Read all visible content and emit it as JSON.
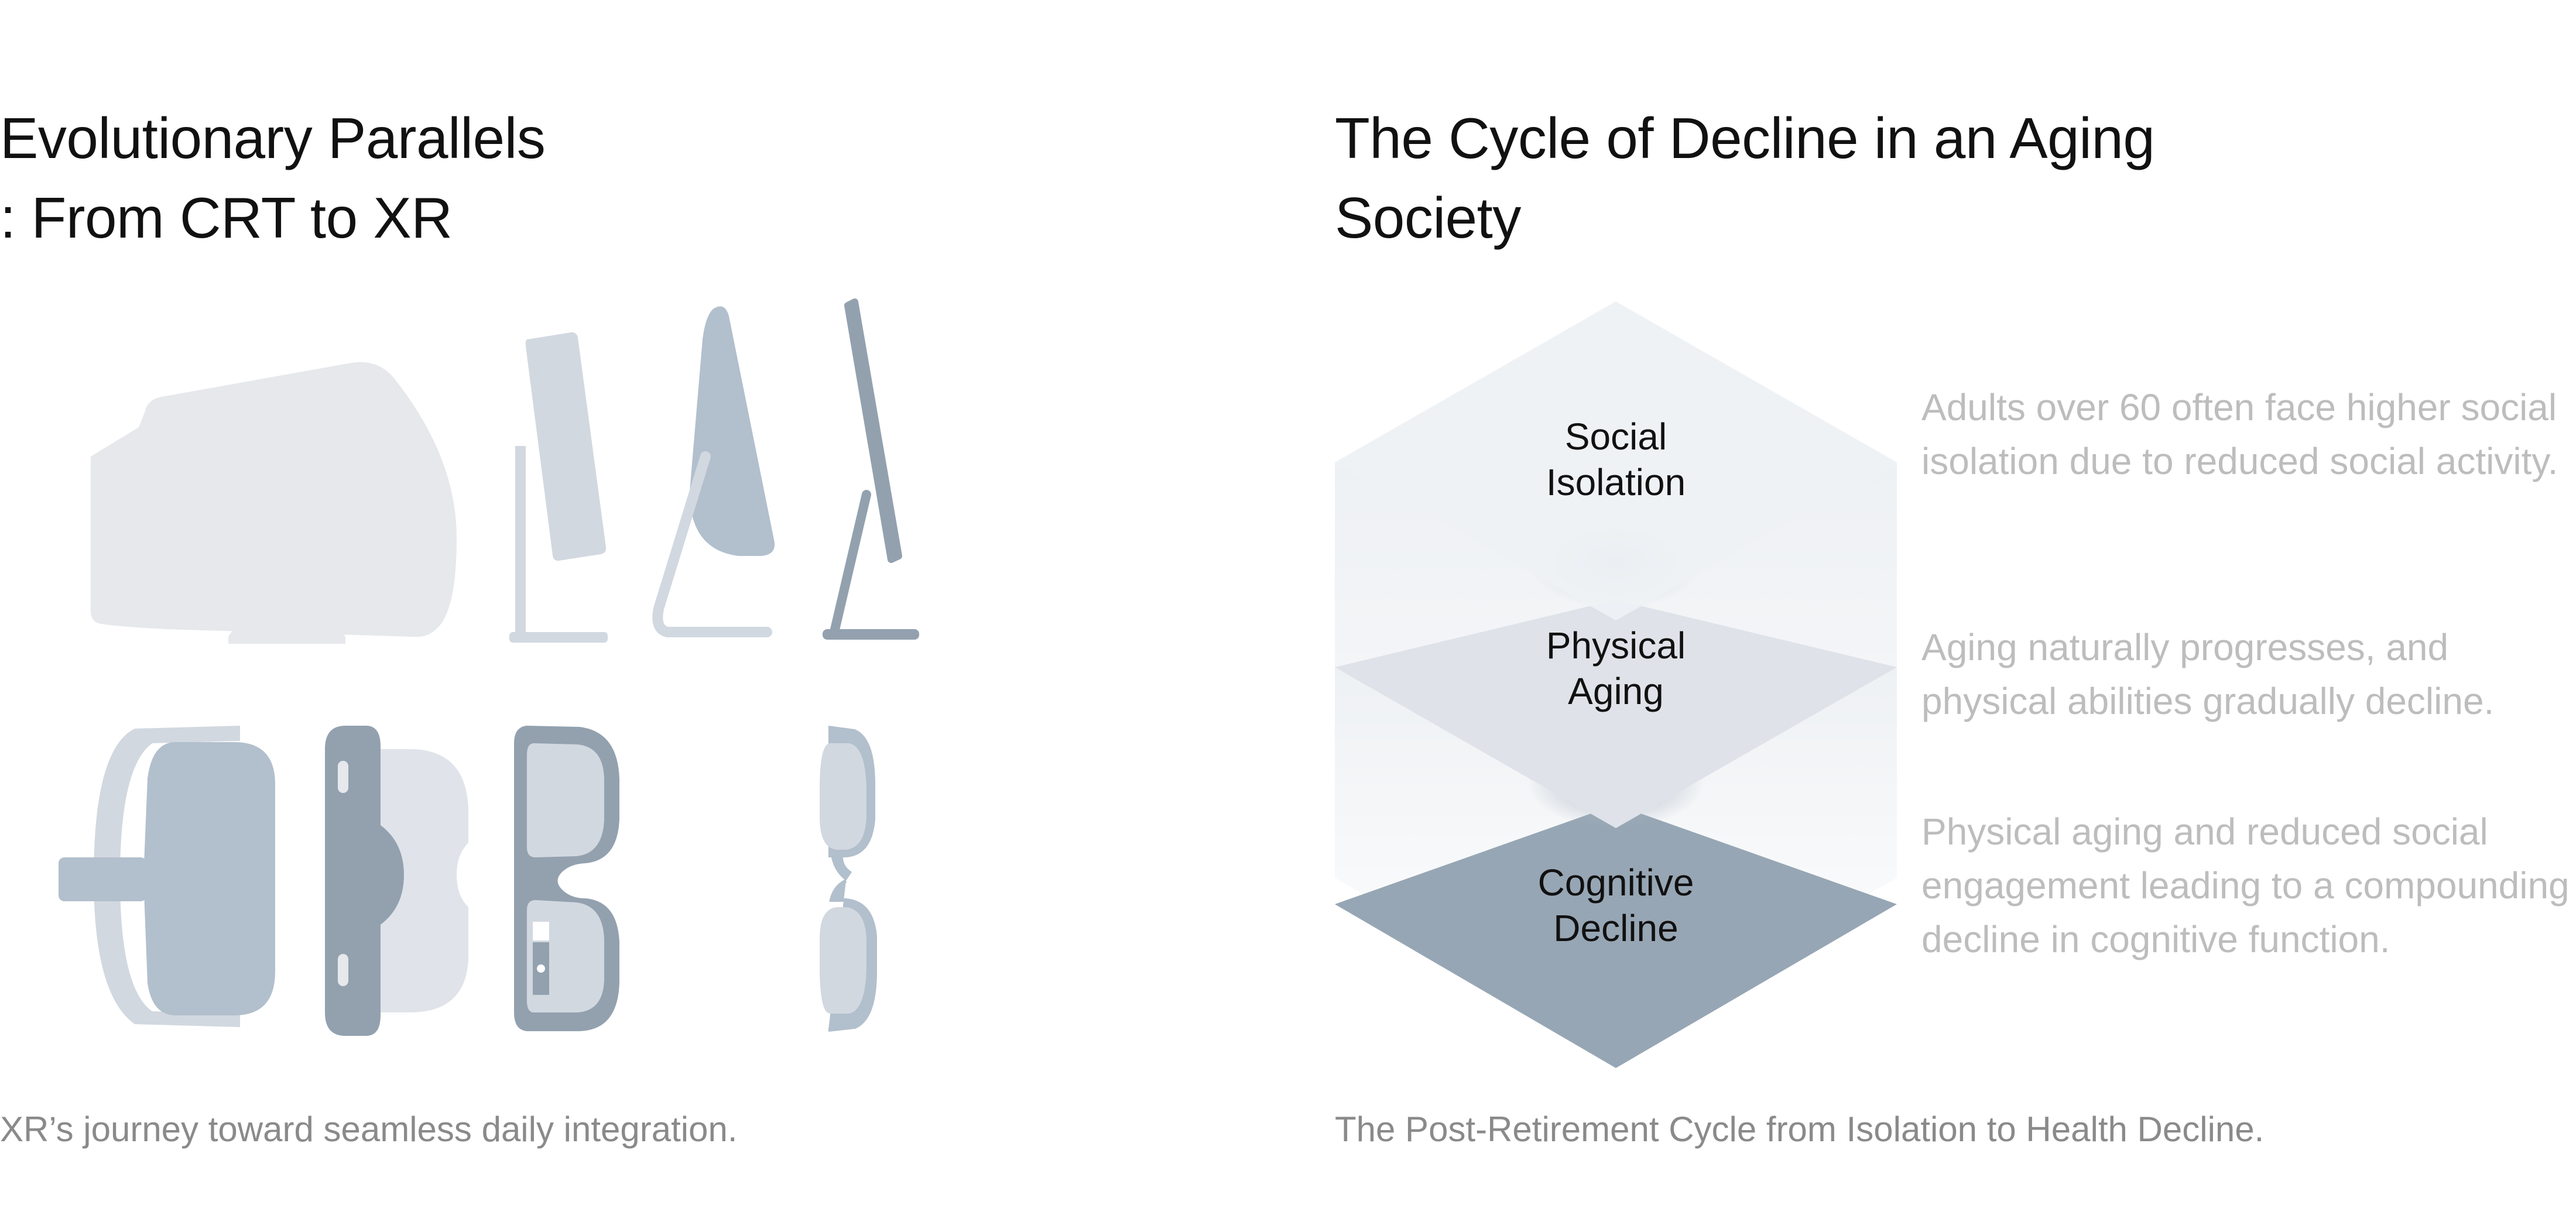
{
  "left": {
    "title_line1": "Evolutionary Parallels",
    "title_line2": ": From CRT to XR",
    "caption": "XR’s journey toward seamless daily integration.",
    "top_row_icons": [
      "crt-monitor-icon",
      "flat-monitor-icon",
      "curved-monitor-icon",
      "slim-monitor-icon"
    ],
    "bottom_row_icons": [
      "vr-headset-icon",
      "mixed-reality-headset-icon",
      "smart-glasses-icon",
      "eyeglasses-icon"
    ]
  },
  "right": {
    "title_line1": "The Cycle of Decline in an Aging",
    "title_line2": "Society",
    "caption": "The Post-Retirement Cycle from Isolation to Health Decline.",
    "layers": [
      {
        "line1": "Social",
        "line2": "Isolation",
        "description": "Adults over 60 often face higher social isolation due to reduced social activity."
      },
      {
        "line1": "Physical",
        "line2": "Aging",
        "description": "Aging naturally progresses, and physical abilities gradually decline."
      },
      {
        "line1": "Cognitive",
        "line2": "Decline",
        "description": "Physical aging and reduced social engagement leading to a compounding decline in cognitive function."
      }
    ]
  },
  "colors": {
    "title": "#111111",
    "caption": "#8a8a8a",
    "description": "#bdbdbd",
    "layer_light": "#eef1f4",
    "layer_mid": "#dfe3e9",
    "layer_dark": "#97a6b4",
    "device_lightest": "#e6e8ec",
    "device_light": "#d2d8e0",
    "device_mid": "#b2bfcc",
    "device_dark": "#93a1af"
  }
}
